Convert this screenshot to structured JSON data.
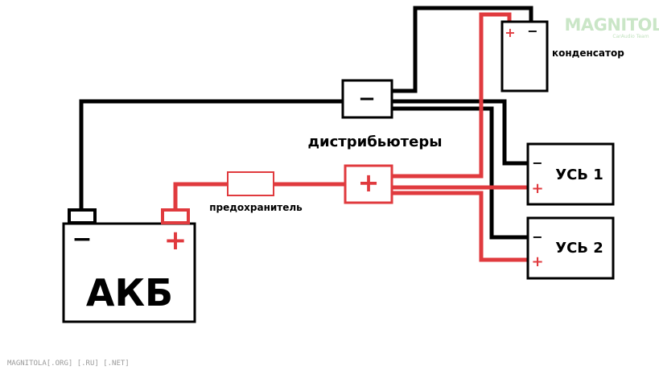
{
  "labels": {
    "battery": "АКБ",
    "battery_minus": "−",
    "battery_plus": "+",
    "fuse": "предохранитель",
    "distributors": "дистрибьютеры",
    "dist_minus": "−",
    "dist_plus": "+",
    "capacitor": "конденсатор",
    "cap_plus": "+",
    "cap_minus": "−",
    "amp1": "УСЬ 1",
    "amp2": "УСЬ 2",
    "amp_minus": "−",
    "amp_plus": "+"
  },
  "watermark": {
    "logo": "MAGNITOLA",
    "tagline": "CarAudio Team",
    "footer": "MAGNITOLA[.ORG] [.RU] [.NET]"
  },
  "colors": {
    "negative_wire": "#000000",
    "positive_wire": "#e03a3e",
    "fuse": "#e03a3e"
  }
}
